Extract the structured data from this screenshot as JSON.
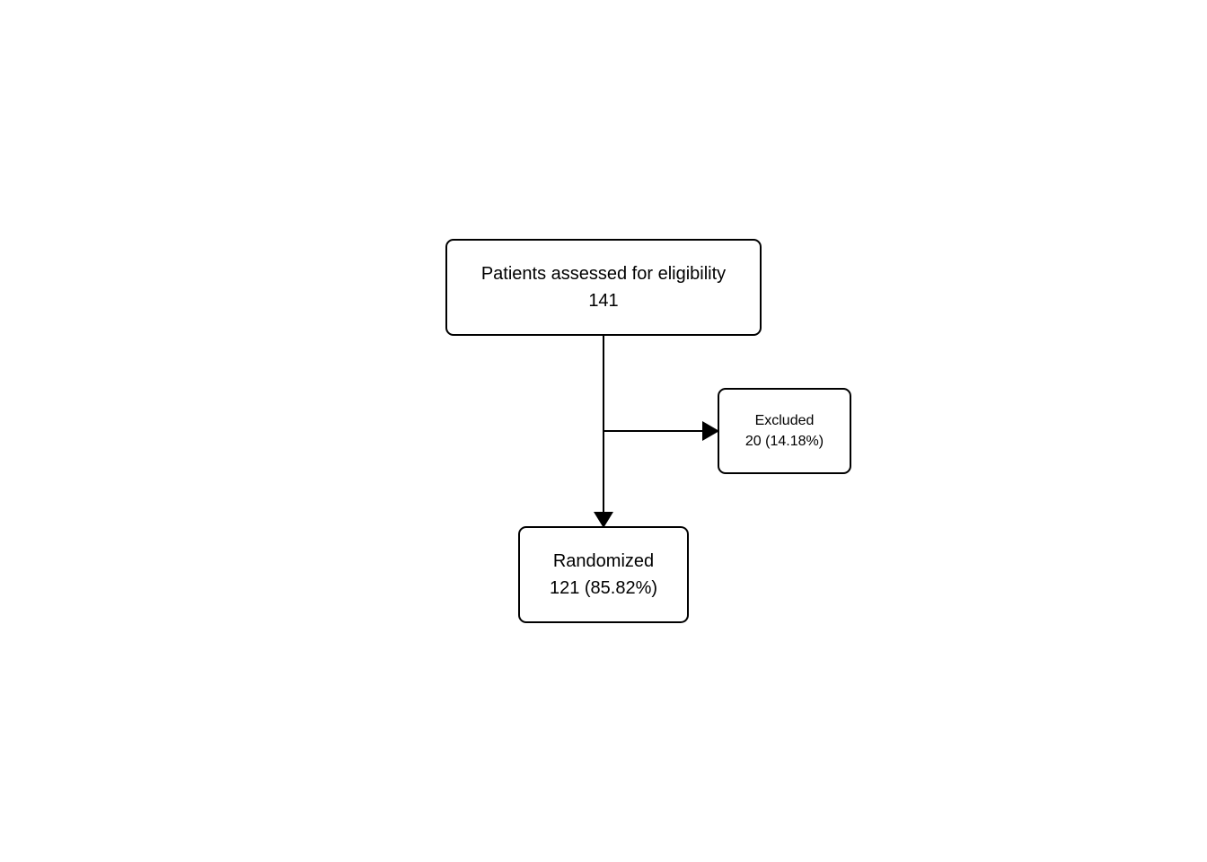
{
  "flowchart": {
    "assessed": {
      "label": "Patients assessed for eligibility",
      "count": "141"
    },
    "excluded": {
      "label": "Excluded",
      "count": "20 (14.18%)"
    },
    "randomized": {
      "label": "Randomized",
      "count": "121 (85.82%)"
    }
  },
  "colors": {
    "stroke": "#000000",
    "background": "#ffffff"
  }
}
